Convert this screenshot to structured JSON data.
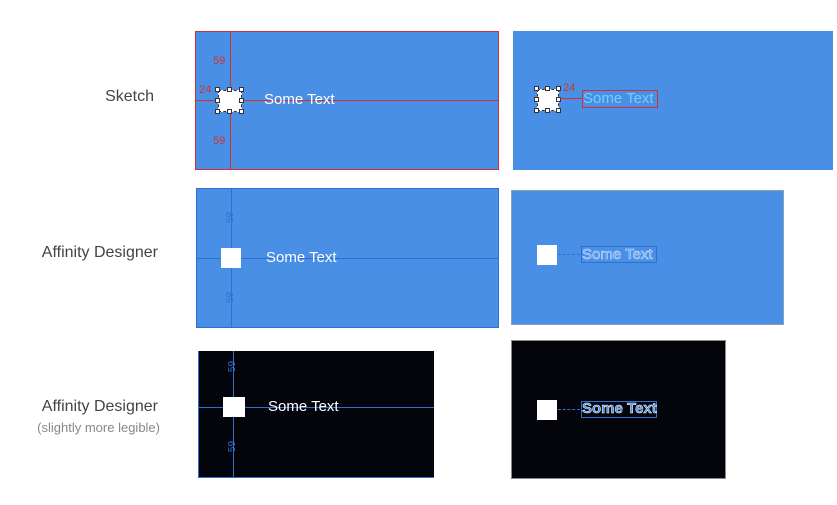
{
  "rows": [
    {
      "label": "Sketch",
      "sub": ""
    },
    {
      "label": "Affinity Designer",
      "sub": ""
    },
    {
      "label": "Affinity Designer",
      "sub": "(slightly more legible)"
    }
  ],
  "sample_text": "Some Text",
  "measurements": {
    "top": "59",
    "bottom": "59",
    "left": "24",
    "gap": "24"
  },
  "colors": {
    "panel_blue": "#4a8fe6",
    "panel_dark": "#03050b",
    "sketch_guide": "#d23030",
    "affinity_guide": "#2f6fd0"
  }
}
